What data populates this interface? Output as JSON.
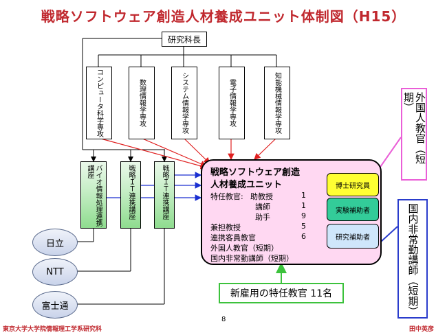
{
  "title": "戦略ソフトウェア創造人材養成ユニット体制図（H15）",
  "head": "研究科長",
  "departments": [
    "コンピュータ科学専攻",
    "数理情報学専攻",
    "システム情報学専攻",
    "電子情報学専攻",
    "知能機械情報学専攻"
  ],
  "courses": [
    "バイオ情報処理連携講座",
    "戦略ＩＴ連携講座",
    "戦略ＩＴ連携講座"
  ],
  "companies": [
    "日立",
    "NTT",
    "富士通"
  ],
  "unit": {
    "title_line1": "戦略ソフトウェア創造",
    "title_line2": "人材養成ユニット",
    "rows": {
      "tokunin_label": "特任教官:",
      "assoc_prof": "助教授",
      "assoc_prof_n": "1",
      "lecturer": "講師",
      "lecturer_n": "1",
      "assistant": "助手",
      "assistant_n": "9",
      "joint_prof": "兼担教授",
      "joint_prof_n": "5",
      "visiting": "連携客員教官",
      "visiting_n": "6",
      "foreign": "外国人教官（短期）",
      "part_time": "国内非常勤講師（短期）"
    },
    "tags": [
      "博士研究員",
      "実験補助者",
      "研究補助者"
    ],
    "tag_colors": [
      "#ffff33",
      "#33cc99",
      "#cfe6fb"
    ]
  },
  "new_hire": "新雇用の特任教官 11名",
  "side_pink": "外国人教官（短期）",
  "side_blue": "国内非常勤講師（短期）",
  "footer_left": "東京大学大学院情報理工学系研究科",
  "footer_right": "田中英彦",
  "page_number": "8",
  "colors": {
    "title": "#c0282e",
    "red_arrow": "#e02020",
    "blue_arrow": "#1a2fd1",
    "green_arrow": "#3cc23c",
    "unit_fill": "#ffd8f2"
  }
}
